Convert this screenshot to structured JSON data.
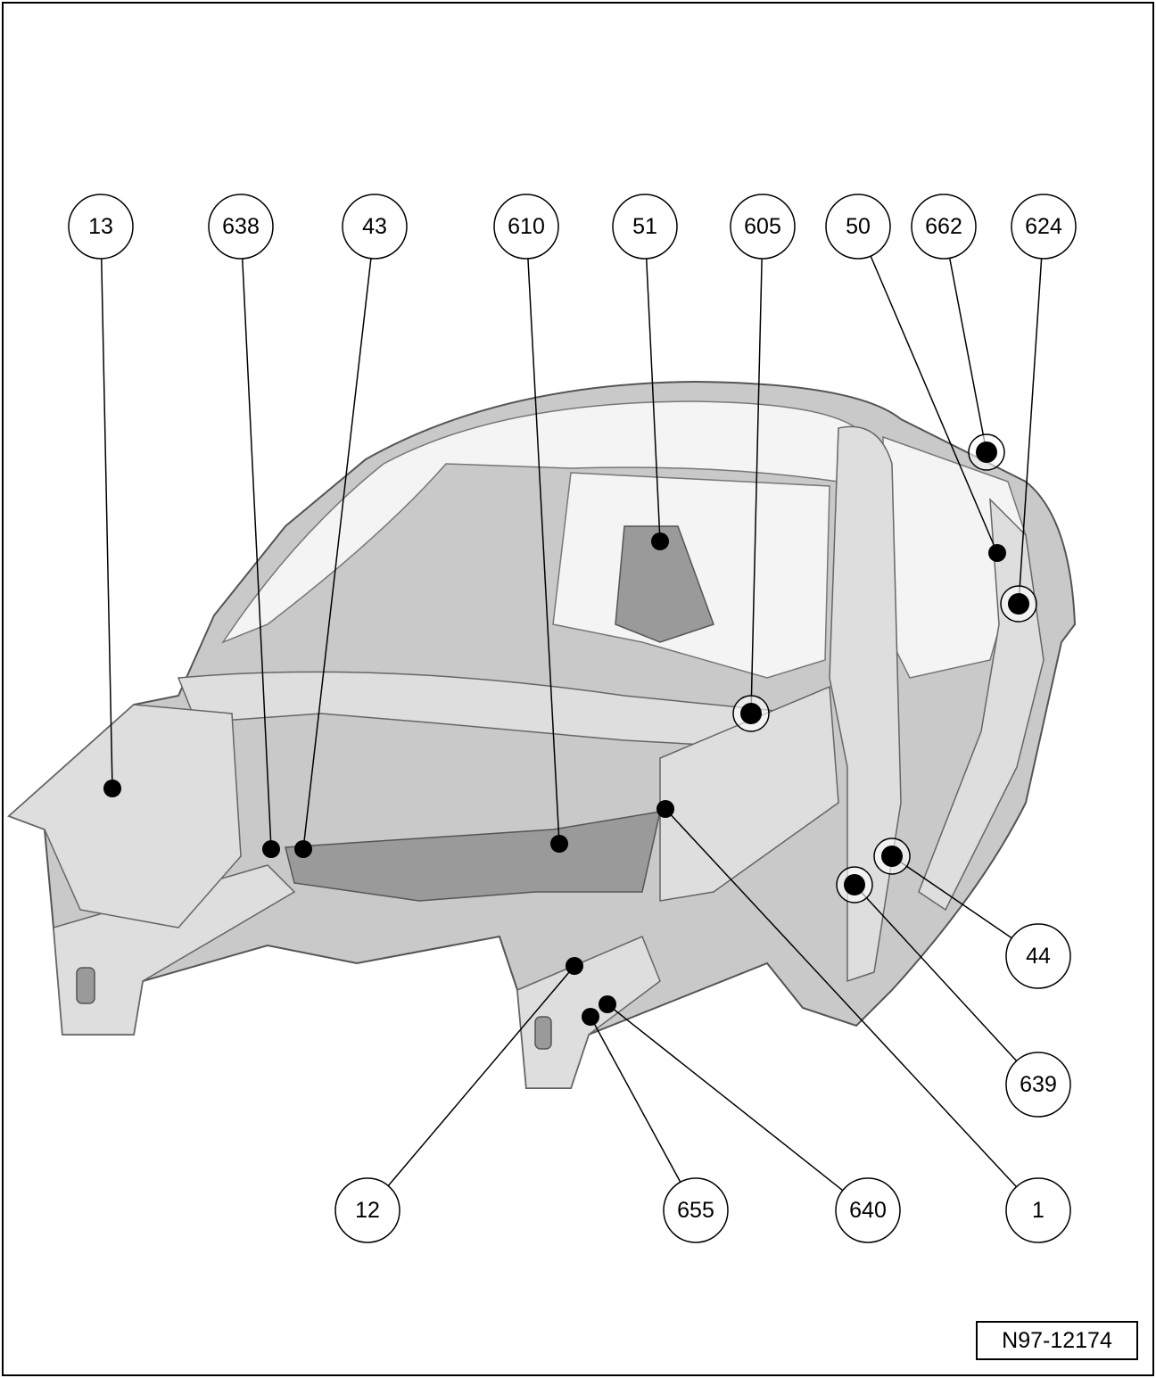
{
  "diagram": {
    "reference_code": "N97-12174",
    "callouts": [
      {
        "label": "13",
        "ring": false
      },
      {
        "label": "638",
        "ring": false
      },
      {
        "label": "43",
        "ring": false
      },
      {
        "label": "610",
        "ring": false
      },
      {
        "label": "51",
        "ring": false
      },
      {
        "label": "605",
        "ring": true
      },
      {
        "label": "50",
        "ring": false
      },
      {
        "label": "662",
        "ring": true
      },
      {
        "label": "624",
        "ring": true
      },
      {
        "label": "44",
        "ring": true
      },
      {
        "label": "639",
        "ring": true
      },
      {
        "label": "12",
        "ring": false
      },
      {
        "label": "655",
        "ring": false
      },
      {
        "label": "640",
        "ring": false
      },
      {
        "label": "1",
        "ring": false
      }
    ]
  }
}
